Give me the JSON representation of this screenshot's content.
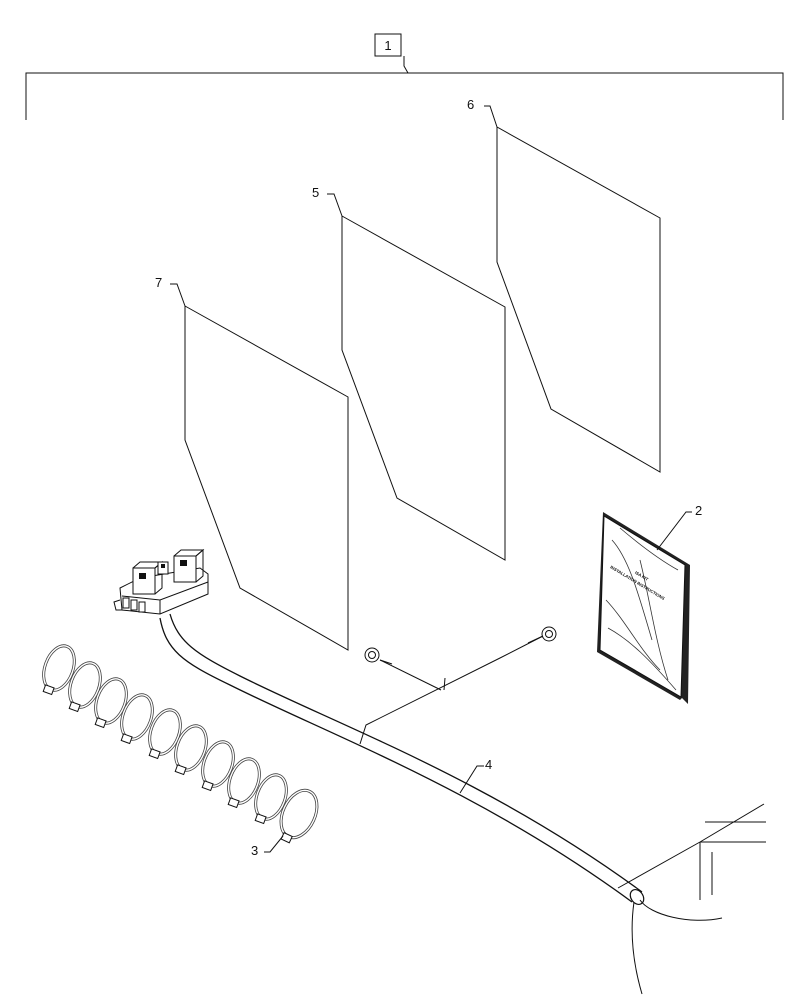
{
  "diagram": {
    "assembly_callout": "1",
    "callouts": {
      "decal_right": "6",
      "decal_middle": "5",
      "decal_left": "7",
      "manual": "2",
      "cable_tie": "3",
      "harness": "4"
    },
    "manual_cover": {
      "line1": "ISA KIT",
      "line2": "INSTALLATION INSTRUCTIONS"
    },
    "cable_tie_count": 10,
    "line_color": "#111111",
    "background_color": "#ffffff"
  }
}
